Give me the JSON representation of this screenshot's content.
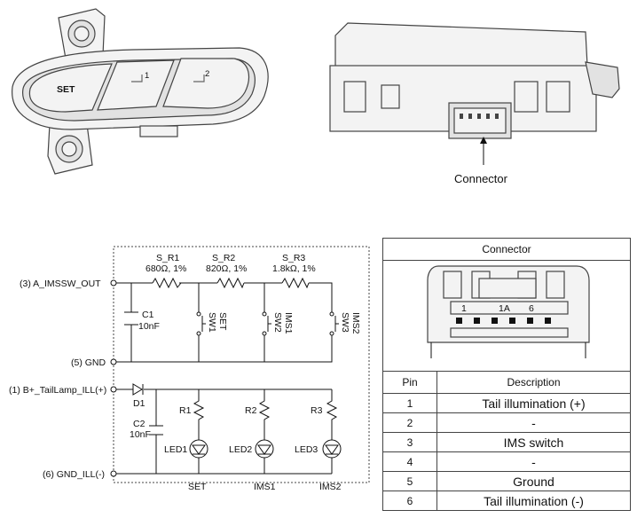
{
  "top_figure": {
    "switch_buttons": {
      "set": "SET",
      "mem1": "1",
      "mem2": "2"
    },
    "connector_callout": "Connector"
  },
  "schematic": {
    "terminals": {
      "t3": "(3) A_IMSSW_OUT",
      "t5": "(5) GND",
      "t1": "(1) B+_TailLamp_ILL(+)",
      "t6": "(6) GND_ILL(-)"
    },
    "resistors": [
      {
        "name": "S_R1",
        "value": "680Ω, 1%"
      },
      {
        "name": "S_R2",
        "value": "820Ω, 1%"
      },
      {
        "name": "S_R3",
        "value": "1.8kΩ, 1%"
      }
    ],
    "capacitors": [
      {
        "name": "C1",
        "value": "10nF"
      },
      {
        "name": "C2",
        "value": "10nF"
      }
    ],
    "switches": [
      {
        "name": "SW1",
        "label": "SET"
      },
      {
        "name": "SW2",
        "label": "IMS1"
      },
      {
        "name": "SW3",
        "label": "IMS2"
      }
    ],
    "diode": "D1",
    "led_resistors": [
      "R1",
      "R2",
      "R3"
    ],
    "leds": [
      "LED1",
      "LED2",
      "LED3"
    ],
    "led_labels": [
      "SET",
      "IMS1",
      "IMS2"
    ]
  },
  "connector_panel": {
    "title": "Connector",
    "pin_labels": [
      "1",
      "1A",
      "6"
    ],
    "table": {
      "headers": [
        "Pin",
        "Description"
      ],
      "rows": [
        {
          "pin": "1",
          "description": "Tail illumination (+)"
        },
        {
          "pin": "2",
          "description": "-"
        },
        {
          "pin": "3",
          "description": "IMS switch"
        },
        {
          "pin": "4",
          "description": "-"
        },
        {
          "pin": "5",
          "description": "Ground"
        },
        {
          "pin": "6",
          "description": "Tail illumination (-)"
        }
      ]
    }
  }
}
